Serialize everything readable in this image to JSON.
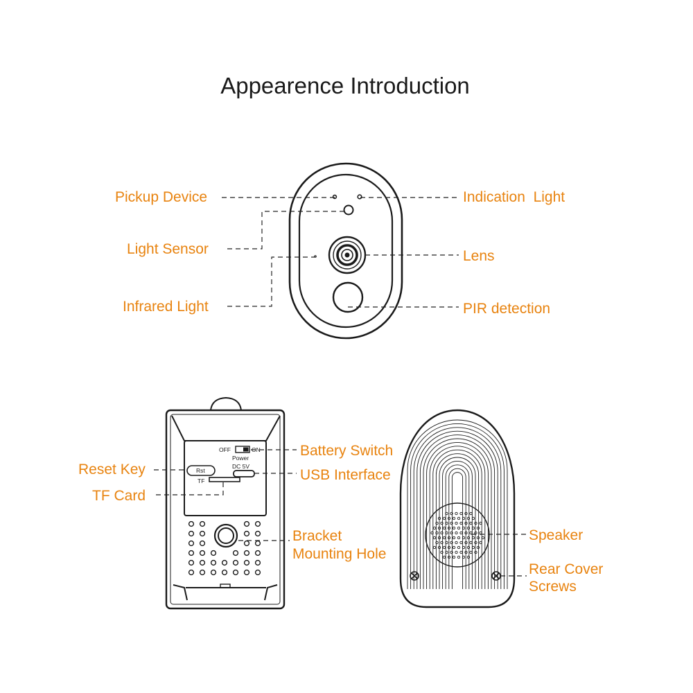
{
  "title": "Appearence Introduction",
  "front_view": {
    "labels": {
      "pickup_device": "Pickup Device",
      "light_sensor": "Light Sensor",
      "infrared_light": "Infrared Light",
      "indication_light": "Indication  Light",
      "lens": "Lens",
      "pir_detection": "PIR detection"
    }
  },
  "side_panel_view": {
    "labels": {
      "reset_key": "Reset Key",
      "tf_card": "TF Card",
      "battery_switch": "Battery Switch",
      "usb_interface": "USB Interface",
      "bracket_mounting_hole_line1": "Bracket",
      "bracket_mounting_hole_line2": "Mounting Hole"
    },
    "panel_print": {
      "off": "OFF",
      "on": "ON",
      "power": "Power",
      "dc": "DC 5V",
      "rst": "Rst",
      "tf": "TF"
    }
  },
  "rear_view": {
    "labels": {
      "speaker": "Speaker",
      "rear_cover_screws_line1": "Rear Cover",
      "rear_cover_screws_line2": "Screws"
    }
  },
  "colors": {
    "callout_text": "#e8830f",
    "line_art": "#1a1a1a"
  }
}
